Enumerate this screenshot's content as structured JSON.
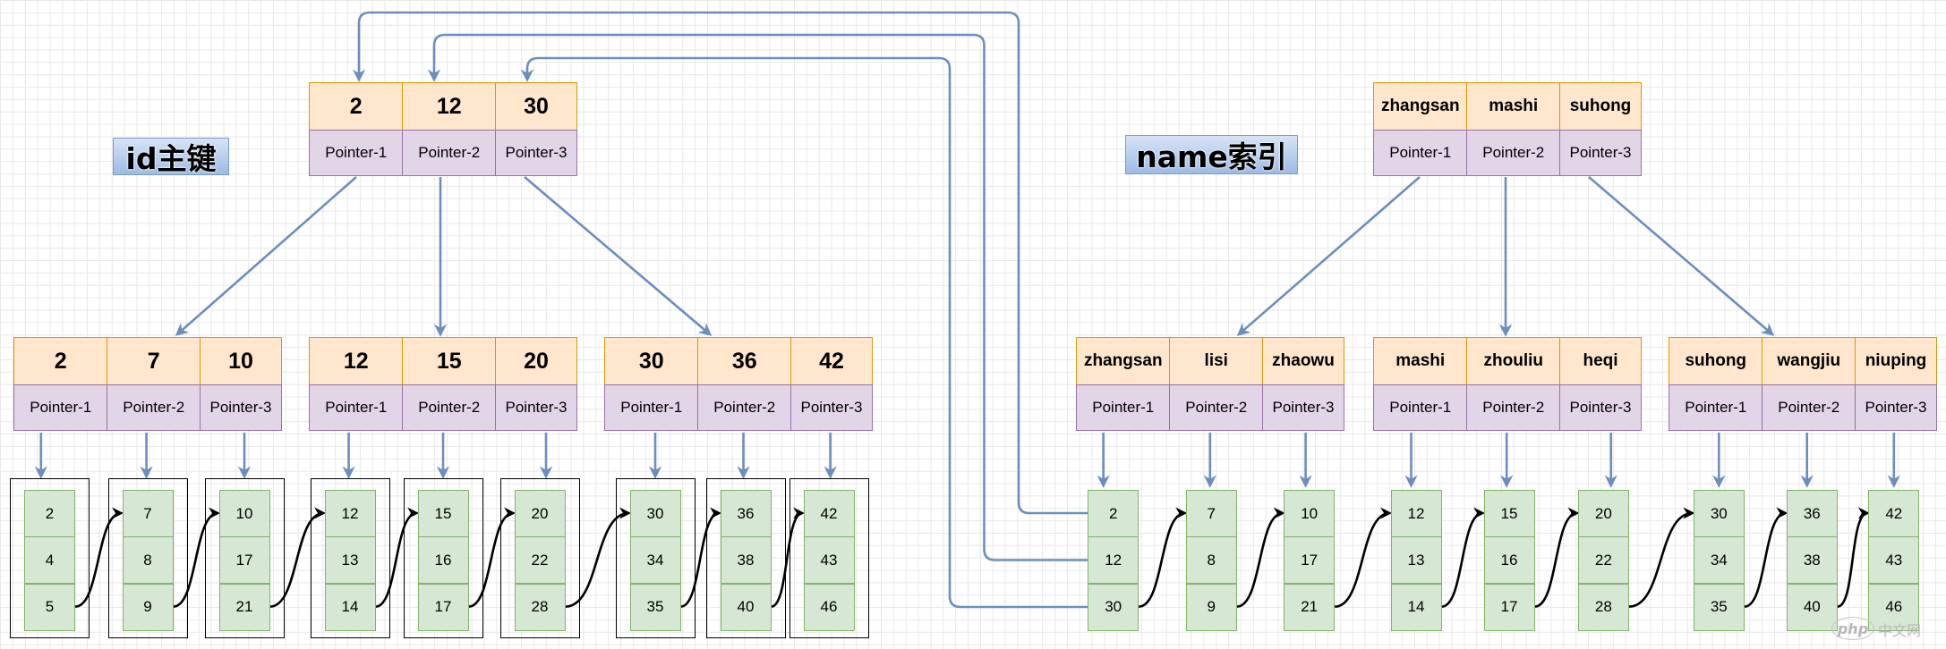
{
  "labels": {
    "id_index": "id主键",
    "name_index": "name索引"
  },
  "id_tree": {
    "root": {
      "keys": [
        "2",
        "12",
        "30"
      ],
      "pointers": [
        "Pointer-1",
        "Pointer-2",
        "Pointer-3"
      ]
    },
    "internal": [
      {
        "keys": [
          "2",
          "7",
          "10"
        ],
        "pointers": [
          "Pointer-1",
          "Pointer-2",
          "Pointer-3"
        ]
      },
      {
        "keys": [
          "12",
          "15",
          "20"
        ],
        "pointers": [
          "Pointer-1",
          "Pointer-2",
          "Pointer-3"
        ]
      },
      {
        "keys": [
          "30",
          "36",
          "42"
        ],
        "pointers": [
          "Pointer-1",
          "Pointer-2",
          "Pointer-3"
        ]
      }
    ],
    "leaves": [
      [
        "2",
        "4",
        "5"
      ],
      [
        "7",
        "8",
        "9"
      ],
      [
        "10",
        "17",
        "21"
      ],
      [
        "12",
        "13",
        "14"
      ],
      [
        "15",
        "16",
        "17"
      ],
      [
        "20",
        "22",
        "28"
      ],
      [
        "30",
        "34",
        "35"
      ],
      [
        "36",
        "38",
        "40"
      ],
      [
        "42",
        "43",
        "46"
      ]
    ]
  },
  "name_tree": {
    "root": {
      "keys": [
        "zhangsan",
        "mashi",
        "suhong"
      ],
      "pointers": [
        "Pointer-1",
        "Pointer-2",
        "Pointer-3"
      ]
    },
    "internal": [
      {
        "keys": [
          "zhangsan",
          "lisi",
          "zhaowu"
        ],
        "pointers": [
          "Pointer-1",
          "Pointer-2",
          "Pointer-3"
        ]
      },
      {
        "keys": [
          "mashi",
          "zhouliu",
          "heqi"
        ],
        "pointers": [
          "Pointer-1",
          "Pointer-2",
          "Pointer-3"
        ]
      },
      {
        "keys": [
          "suhong",
          "wangjiu",
          "niuping"
        ],
        "pointers": [
          "Pointer-1",
          "Pointer-2",
          "Pointer-3"
        ]
      }
    ],
    "leaves": [
      [
        "2",
        "12",
        "30"
      ],
      [
        "7",
        "8",
        "9"
      ],
      [
        "10",
        "17",
        "21"
      ],
      [
        "12",
        "13",
        "14"
      ],
      [
        "15",
        "16",
        "17"
      ],
      [
        "20",
        "22",
        "28"
      ],
      [
        "30",
        "34",
        "35"
      ],
      [
        "36",
        "38",
        "40"
      ],
      [
        "42",
        "43",
        "46"
      ]
    ]
  },
  "colors": {
    "key_fill": "#ffe6cc",
    "key_border": "#d79b00",
    "pointer_fill": "#e1d5e7",
    "pointer_border": "#9673a6",
    "leaf_fill": "#d5e8d4",
    "leaf_border": "#82b366",
    "tree_arrow": "#6c8ebf",
    "leaf_link": "#000000"
  },
  "watermark": {
    "logo": "php",
    "site": "中文网"
  }
}
